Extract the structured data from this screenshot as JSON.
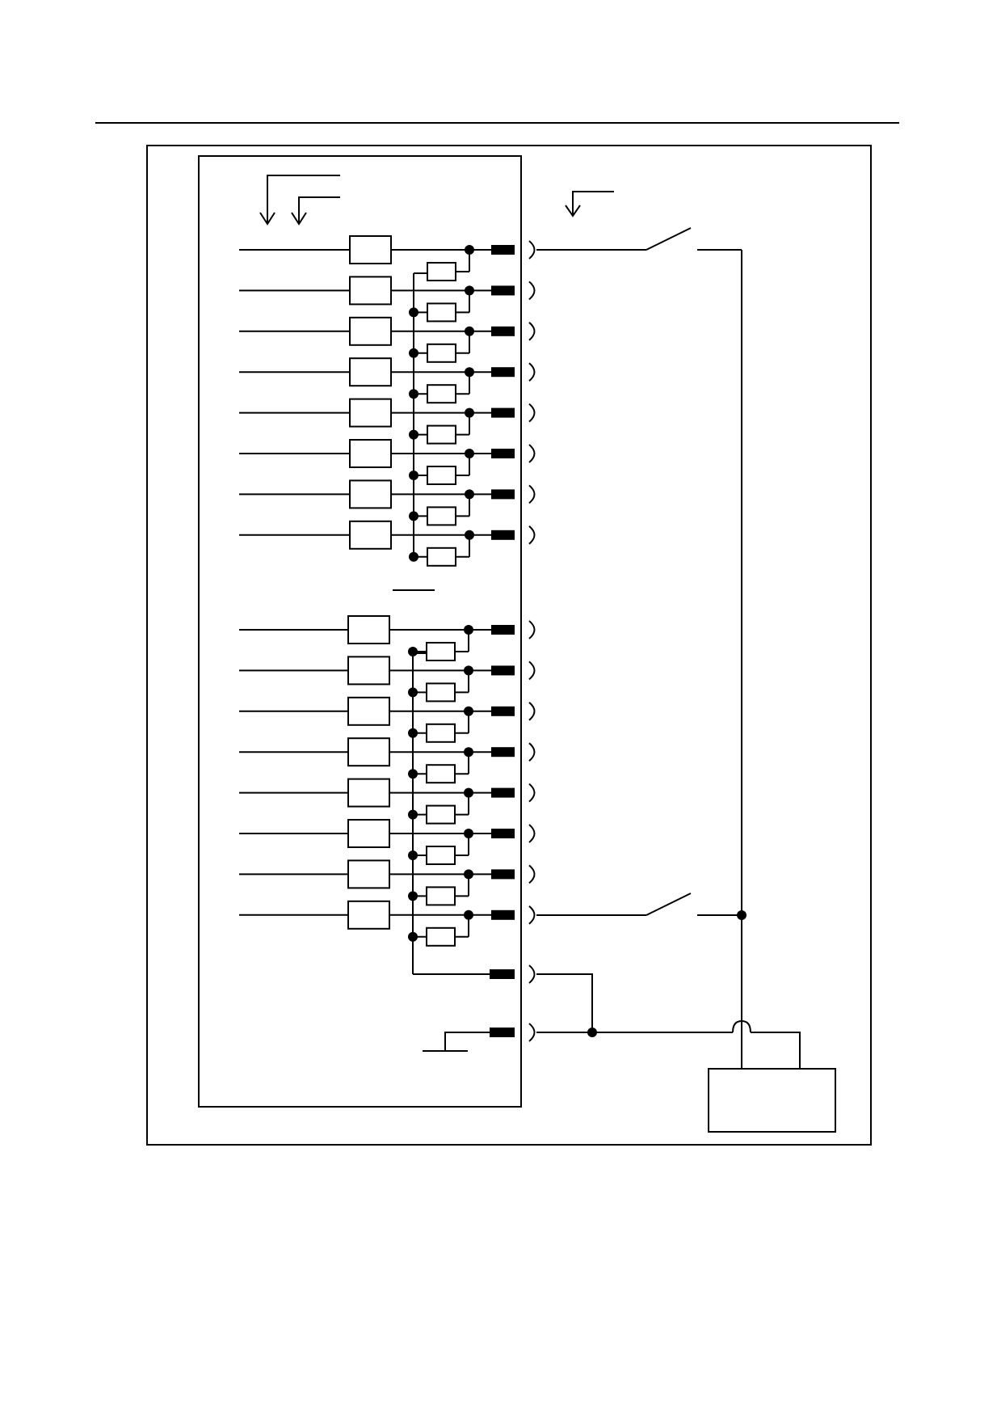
{
  "diagram": {
    "type": "wiring-schematic",
    "colors": {
      "line": "#000000",
      "background": "#ffffff"
    },
    "groups": [
      {
        "name": "upper-output-group",
        "channels": 8
      },
      {
        "name": "lower-output-group",
        "channels": 8
      }
    ],
    "extra_terminals": 2,
    "switches": 2,
    "external_box": 1,
    "labels": []
  }
}
